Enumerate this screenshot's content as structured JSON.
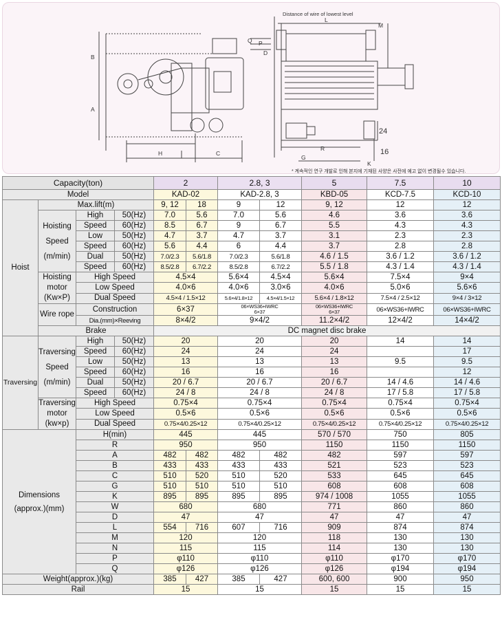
{
  "drawing": {
    "title": "Distance of wire of lowest level",
    "dims": {
      "B": "B",
      "A": "A",
      "H": "H",
      "C": "C",
      "Q": "Q",
      "P": "P",
      "D": "D",
      "L": "L",
      "M": "M",
      "G": "G",
      "R": "R",
      "K": "K",
      "N24": "24",
      "N16": "16"
    },
    "note": "* 계속적인 연구 개발로 인해 본지에 기재된 사양은 사전에 예고 없이 변경될수 있습니다."
  },
  "table": {
    "capacity_label": "Capacity(ton)",
    "capacities": [
      "2",
      "2.8, 3",
      "5",
      "7.5",
      "10"
    ],
    "model_label": "Model",
    "models": [
      "KAD-02",
      "KAD-2.8, 3",
      "KBD-05",
      "KCD-7.5",
      "KCD-10"
    ],
    "hoist_label": "Hoist",
    "max_lift_label": "Max.lift(m)",
    "max_lift": [
      "9, 12",
      "18",
      "9",
      "12",
      "9, 12",
      "12",
      "12"
    ],
    "hoisting_speed_label": [
      "Hoisting",
      "Speed",
      "(m/min)"
    ],
    "high_speed": [
      "High",
      "Speed"
    ],
    "low_speed": [
      "Low",
      "Speed"
    ],
    "dual_speed": [
      "Dual",
      "Speed"
    ],
    "hz50": "50(Hz)",
    "hz60": "60(Hz)",
    "hs_high_50": [
      "7.0",
      "5.6",
      "7.0",
      "5.6",
      "4.6",
      "3.6",
      "3.6"
    ],
    "hs_high_60": [
      "8.5",
      "6.7",
      "9",
      "6.7",
      "5.5",
      "4.3",
      "4.3"
    ],
    "hs_low_50": [
      "4.7",
      "3.7",
      "4.7",
      "3.7",
      "3.1",
      "2.3",
      "2.3"
    ],
    "hs_low_60": [
      "5.6",
      "4.4",
      "6",
      "4.4",
      "3.7",
      "2.8",
      "2.8"
    ],
    "hs_dual_50": [
      "7.0/2.3",
      "5.6/1.8",
      "7.0/2.3",
      "5.6/1.8",
      "4.6 / 1.5",
      "3.6 / 1.2",
      "3.6 / 1.2"
    ],
    "hs_dual_60": [
      "8.5/2.8",
      "6.7/2.2",
      "8.5/2.8",
      "6.7/2.2",
      "5.5 / 1.8",
      "4.3 / 1.4",
      "4.3 / 1.4"
    ],
    "hoisting_motor_label": [
      "Hoisting",
      "motor",
      "(Kw×P)"
    ],
    "motor_high_label": "High Speed",
    "motor_low_label": "Low Speed",
    "motor_dual_label": "Dual Speed",
    "hm_high": [
      "4.5×4",
      "5.6×4",
      "4.5×4",
      "5.6×4",
      "7.5×4",
      "9×4"
    ],
    "hm_low": [
      "4.0×6",
      "3.0×6",
      "4.0×6",
      "5.0×6",
      "5.6×6"
    ],
    "hm_dual": [
      "4.5×4 / 1.5×12",
      "5.6×4/1.8×12",
      "4.5×4/1.5×12",
      "5.6×4 / 1.8×12",
      "7.5×4 / 2.5×12",
      "9×4 / 3×12"
    ],
    "wire_rope_label": "Wire rope",
    "construction_label": "Construction",
    "reeving_label": "Dia.(mm)×Reeving",
    "construction": [
      "6×37",
      "06×WS36+IWRC",
      "6×37",
      "06×WS36+IWRC",
      "6×37",
      "06×WS36+IWRC",
      "06×WS36+IWRC"
    ],
    "reeving": [
      "8×4/2",
      "9×4/2",
      "11.2×4/2",
      "12×4/2",
      "14×4/2"
    ],
    "brake_label": "Brake",
    "brake_value": "DC magnet disc brake",
    "traversing_label": "Traversing",
    "traversing_speed_label": [
      "Traversing",
      "Speed",
      "(m/min)"
    ],
    "ts_high_50": [
      "20",
      "20",
      "20",
      "14",
      "14"
    ],
    "ts_high_60": [
      "24",
      "24",
      "24",
      "",
      "17"
    ],
    "ts_low_50": [
      "13",
      "13",
      "13",
      "9.5",
      "9.5"
    ],
    "ts_low_60": [
      "16",
      "16",
      "16",
      "",
      "12"
    ],
    "ts_dual_50": [
      "20 / 6.7",
      "20 / 6.7",
      "20 / 6.7",
      "14 / 4.6",
      "14 / 4.6"
    ],
    "ts_dual_60": [
      "24 / 8",
      "24 / 8",
      "24 / 8",
      "17 / 5.8",
      "17 / 5.8"
    ],
    "traversing_motor_label": [
      "Traversing",
      "motor",
      "(kw×p)"
    ],
    "tm_high": "0.75×4",
    "tm_low": "0.5×6",
    "tm_dual": "0.75×4/0.25×12",
    "dimensions_label": [
      "Dimensions",
      "(approx.)(mm)"
    ],
    "dim_rows": [
      {
        "label": "H(min)",
        "vals": [
          "445",
          "445",
          "570 / 570",
          "750",
          "805"
        ]
      },
      {
        "label": "R",
        "vals": [
          "950",
          "950",
          "1150",
          "1150",
          "1150"
        ]
      },
      {
        "label": "A",
        "vals": [
          "482",
          "482",
          "482",
          "482",
          "482",
          "597",
          "597"
        ]
      },
      {
        "label": "B",
        "vals": [
          "433",
          "433",
          "433",
          "433",
          "521",
          "523",
          "523"
        ]
      },
      {
        "label": "C",
        "vals": [
          "510",
          "520",
          "510",
          "520",
          "533",
          "645",
          "645"
        ]
      },
      {
        "label": "G",
        "vals": [
          "510",
          "510",
          "510",
          "510",
          "608",
          "608",
          "608"
        ]
      },
      {
        "label": "K",
        "vals": [
          "895",
          "895",
          "895",
          "895",
          "974 / 1008",
          "1055",
          "1055"
        ]
      },
      {
        "label": "W",
        "vals": [
          "680",
          "680",
          "771",
          "860",
          "860"
        ]
      },
      {
        "label": "D",
        "vals": [
          "47",
          "47",
          "47",
          "47",
          "47"
        ]
      },
      {
        "label": "L",
        "vals": [
          "554",
          "716",
          "607",
          "716",
          "909",
          "874",
          "874"
        ]
      },
      {
        "label": "M",
        "vals": [
          "120",
          "120",
          "118",
          "130",
          "130"
        ]
      },
      {
        "label": "N",
        "vals": [
          "115",
          "115",
          "114",
          "130",
          "130"
        ]
      },
      {
        "label": "P",
        "vals": [
          "φ110",
          "φ110",
          "φ110",
          "φ170",
          "φ170"
        ]
      },
      {
        "label": "Q",
        "vals": [
          "φ126",
          "φ126",
          "φ126",
          "φ194",
          "φ194"
        ]
      }
    ],
    "weight_label": "Weight(approx.)(kg)",
    "weight": [
      "385",
      "427",
      "385",
      "427",
      "600, 600",
      "900",
      "950"
    ],
    "rail_label": "Rail",
    "rail": [
      "15",
      "15",
      "15",
      "15",
      "15"
    ]
  }
}
